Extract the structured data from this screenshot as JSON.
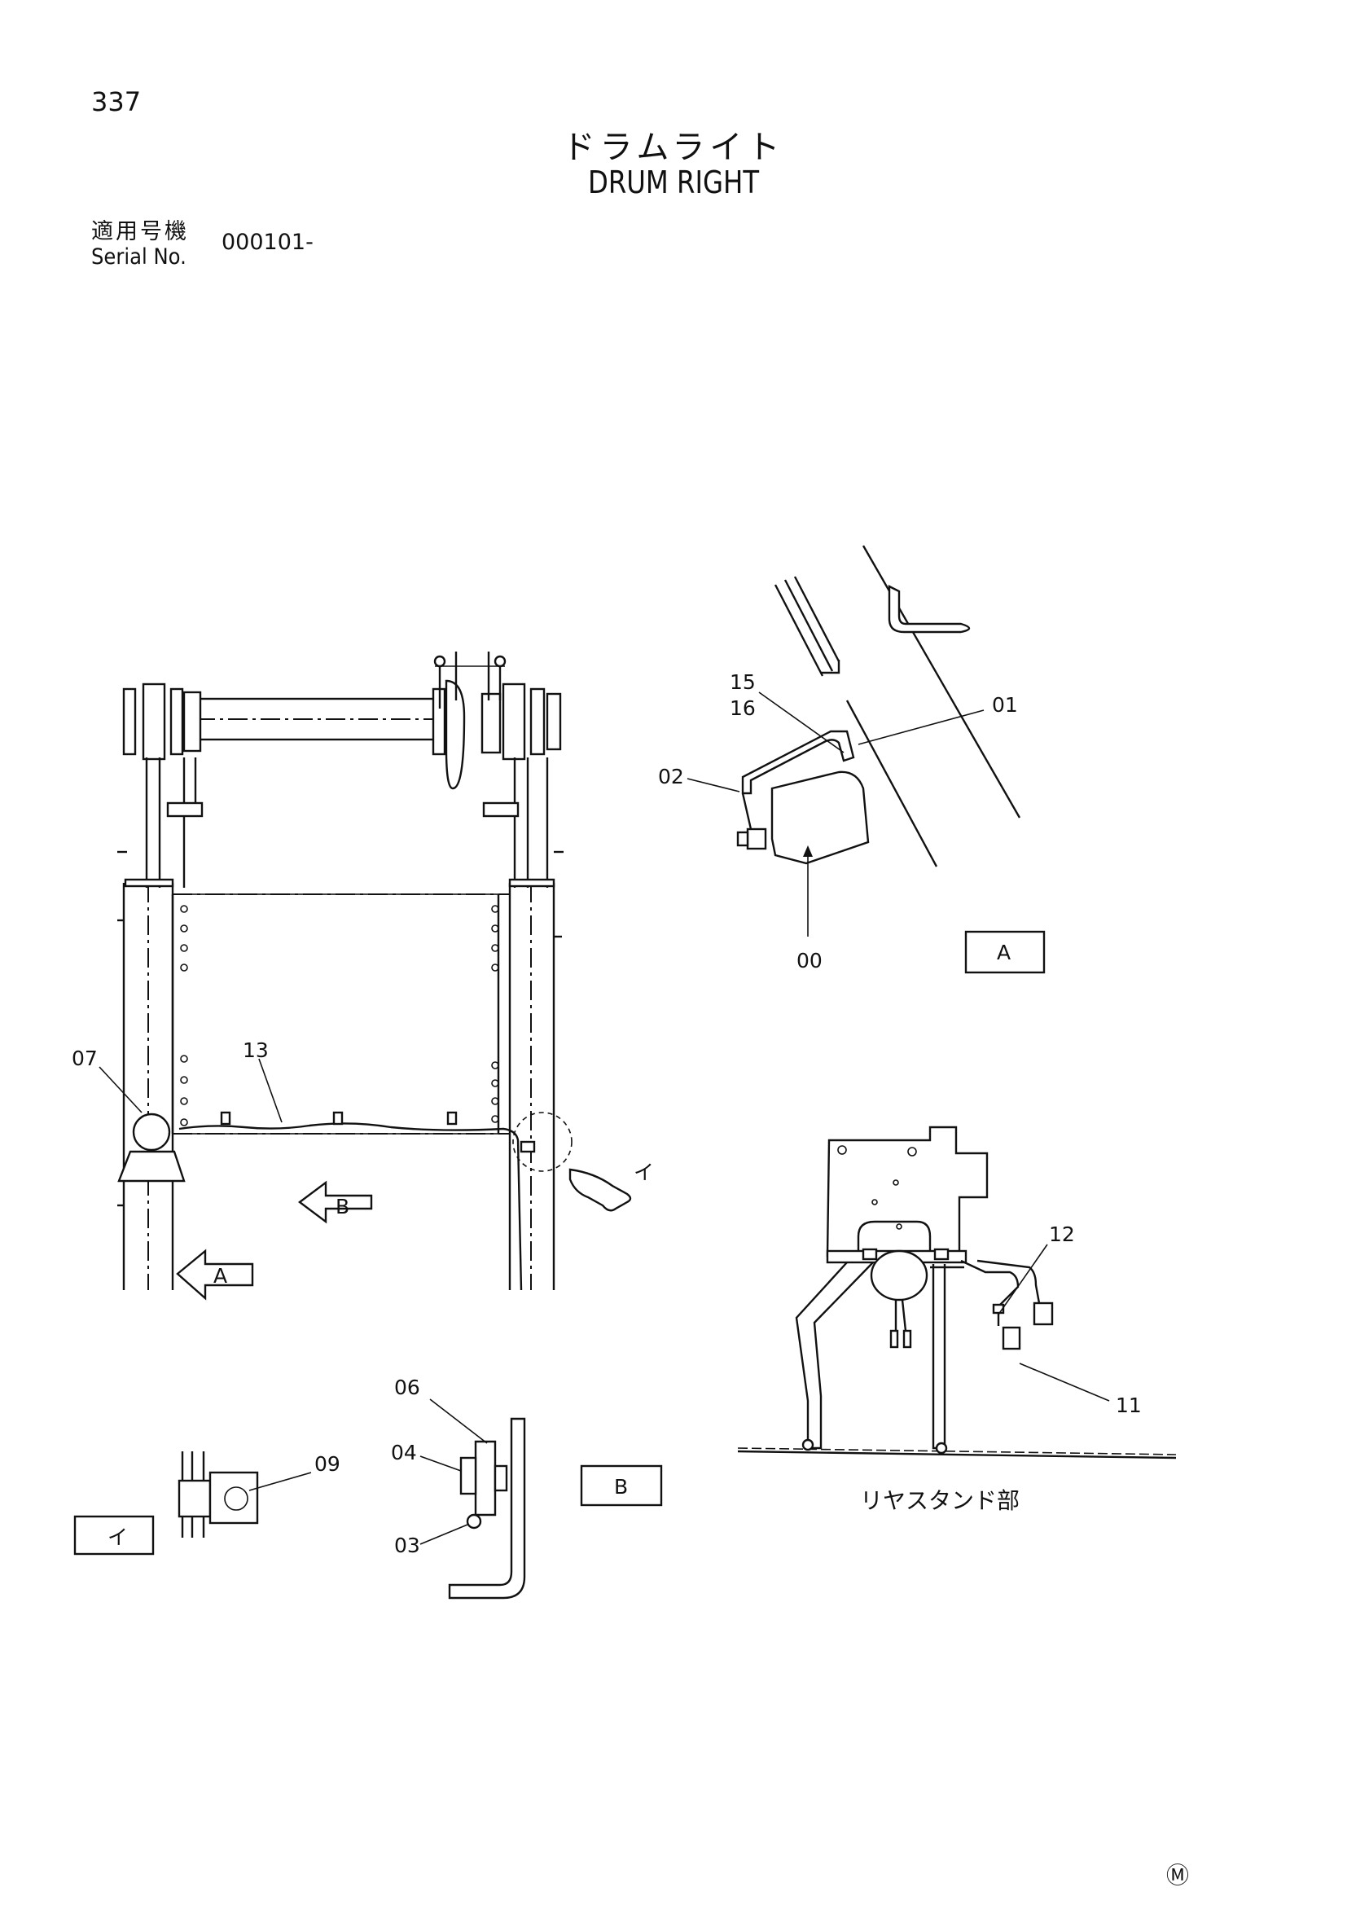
{
  "page_number": "337",
  "title": {
    "jp": "ドラムライト",
    "en": "DRUM RIGHT"
  },
  "serial": {
    "jp_label": "適用号機",
    "en_label": "Serial No.",
    "value": "000101-"
  },
  "callouts": [
    "00",
    "01",
    "02",
    "03",
    "04",
    "06",
    "07",
    "09",
    "11",
    "12",
    "13",
    "15",
    "16"
  ],
  "views": {
    "a": "A",
    "b": "B",
    "i": "イ"
  },
  "arrows": {
    "a": "A",
    "b": "B"
  },
  "detail_pointer": "イ",
  "rear_stand_caption": "リヤスタンド部",
  "mark": "Ⓜ"
}
